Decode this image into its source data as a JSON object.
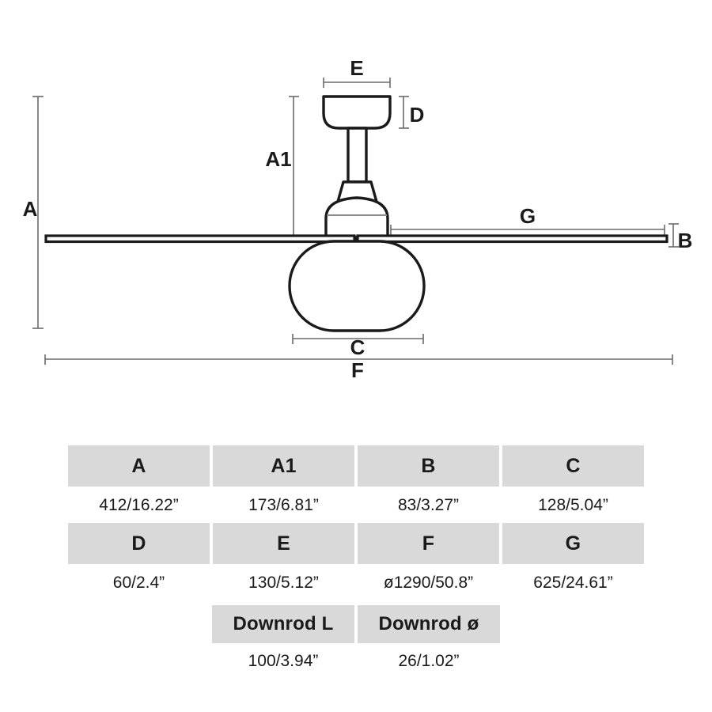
{
  "diagram": {
    "title": "Ceiling fan dimension drawing",
    "labels": {
      "A": "A",
      "A1": "A1",
      "B": "B",
      "C": "C",
      "D": "D",
      "E": "E",
      "F": "F",
      "G": "G"
    },
    "parts": {
      "canopy": "canopy",
      "downrod": "downrod",
      "coupling": "coupling",
      "motor_housing": "motor-housing",
      "blade_left": "fan-blade-left",
      "blade_right": "fan-blade-right",
      "light_globe": "light-globe"
    },
    "colors": {
      "outline": "#1a1a1a",
      "dimension_line": "#6b6b6b",
      "fill": "#ffffff"
    }
  },
  "spec_table": {
    "rows": [
      {
        "headers": [
          "A",
          "A1",
          "B",
          "C"
        ],
        "values": [
          "412/16.22”",
          "173/6.81”",
          "83/3.27”",
          "128/5.04”"
        ]
      },
      {
        "headers": [
          "D",
          "E",
          "F",
          "G"
        ],
        "values": [
          "60/2.4”",
          "130/5.12”",
          "ø1290/50.8”",
          "625/24.61”"
        ]
      }
    ],
    "downrod": {
      "headers": [
        "Downrod L",
        "Downrod ø"
      ],
      "values": [
        "100/3.94”",
        "26/1.02”"
      ]
    },
    "colors": {
      "header_bg": "#d9d9d9",
      "text": "#1a1a1a"
    }
  }
}
